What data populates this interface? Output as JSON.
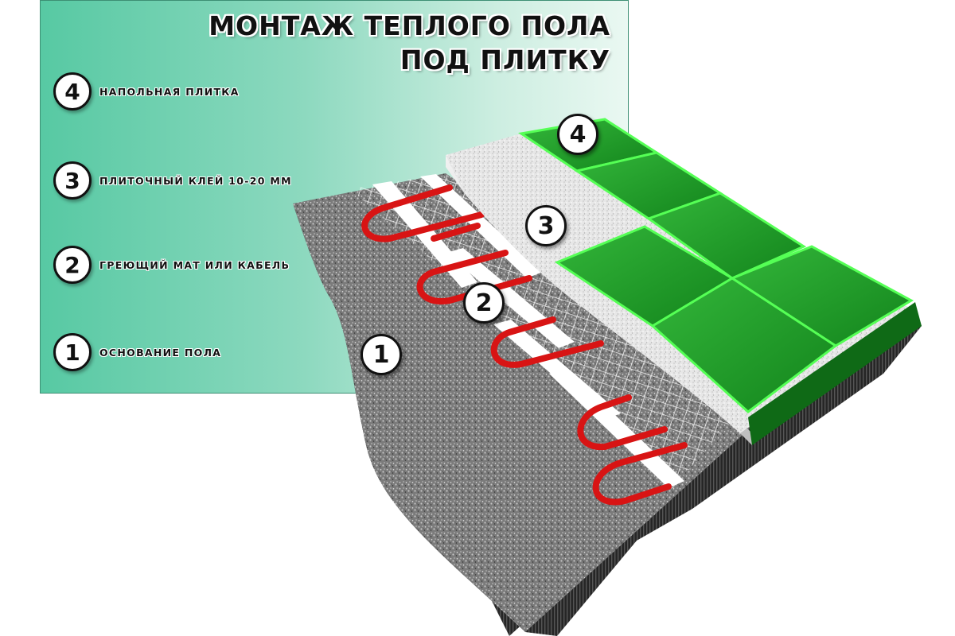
{
  "title": {
    "line1": "МОНТАЖ ТЕПЛОГО ПОЛА",
    "line2": "ПОД ПЛИТКУ"
  },
  "legend": [
    {
      "number": "4",
      "label": "НАПОЛЬНАЯ ПЛИТКА"
    },
    {
      "number": "3",
      "label": "ПЛИТОЧНЫЙ КЛЕЙ 10-20 ММ"
    },
    {
      "number": "2",
      "label": "ГРЕЮЩИЙ МАТ ИЛИ КАБЕЛЬ"
    },
    {
      "number": "1",
      "label": "ОСНОВАНИЕ ПОЛА"
    }
  ],
  "markers": {
    "tile": "4",
    "adhesive": "3",
    "heating_mat": "2",
    "base": "1"
  },
  "colors": {
    "panel_teal": "#57c9a3",
    "tile_green": "#1f9a28",
    "tile_grout": "#4dff4d",
    "cable_red": "#d81414",
    "adhesive_gray": "#e6e6e6",
    "base_dark": "#2a2a2a"
  }
}
